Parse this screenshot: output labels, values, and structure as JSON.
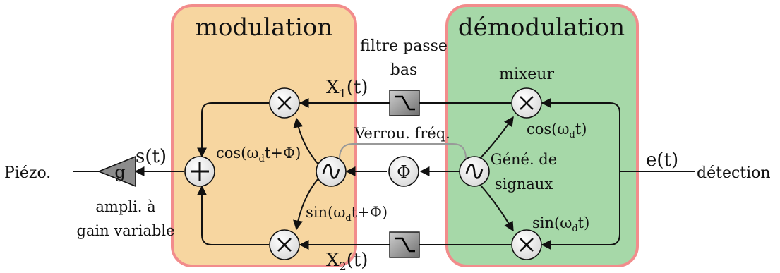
{
  "diagram": {
    "modulation_title": "modulation",
    "demodulation_title": "démodulation",
    "left_input_label": "Piézo.",
    "right_output_label": "détection",
    "amp_symbol": "g",
    "amp_label_line1": "ampli. à",
    "amp_label_line2": "gain variable",
    "s_label": "s(t)",
    "e_label": "e(t)",
    "x1_label": {
      "base": "X",
      "sub": "1",
      "rest": "(t)"
    },
    "x2_label": {
      "base": "X",
      "sub": "2",
      "rest": "(t)"
    },
    "lowpass_label_line1": "filtre passe",
    "lowpass_label_line2": "bas",
    "mixer_label": "mixeur",
    "lock_label": "Verrou. fréq.",
    "phase_symbol": "Φ",
    "gen_label_line1": "Géné. de",
    "gen_label_line2": "signaux",
    "cos_mod": {
      "pre": "cos(ω",
      "sub": "d",
      "post": "t+Φ)"
    },
    "sin_mod": {
      "pre": "sin(ω",
      "sub": "d",
      "post": "t+Φ)"
    },
    "cos_demod": {
      "pre": "cos(ω",
      "sub": "d",
      "post": "t)"
    },
    "sin_demod": {
      "pre": "sin(ω",
      "sub": "d",
      "post": "t)"
    },
    "colors": {
      "modulation_fill": "#f7d6a0",
      "demodulation_fill": "#a6d8a8",
      "box_border": "#f28c8c",
      "node_fill": "#d9d9d9",
      "filter_fill": "#8c8c8c",
      "lock_line": "#999999"
    }
  }
}
